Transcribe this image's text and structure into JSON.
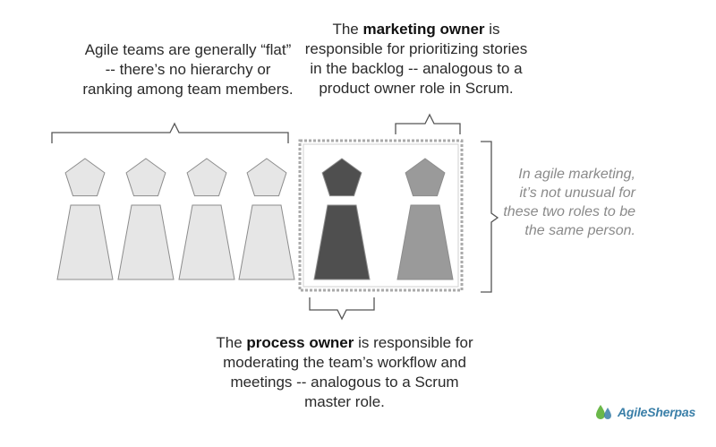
{
  "captions": {
    "team_text": "Agile teams are generally “flat” -- there’s no hierarchy or ranking among team members.",
    "marketing_pre": "The ",
    "marketing_bold": "marketing owner",
    "marketing_post": " is responsible for prioritizing stories in the backlog -- analogous to a product owner role in Scrum.",
    "process_pre": "The ",
    "process_bold": "process owner",
    "process_post": " is responsible for moderating the team’s workflow and meetings -- analogous to a Scrum master role.",
    "roles_note": "In agile marketing, it’s not unusual for these two roles to be the same person."
  },
  "figures": [
    {
      "role": "team-member",
      "color": "#e6e6e6"
    },
    {
      "role": "team-member",
      "color": "#e6e6e6"
    },
    {
      "role": "team-member",
      "color": "#e6e6e6"
    },
    {
      "role": "team-member",
      "color": "#e6e6e6"
    },
    {
      "role": "process-owner",
      "color": "#4f4f4f"
    },
    {
      "role": "marketing-owner",
      "color": "#9a9a9a"
    }
  ],
  "colors": {
    "outline": "#8c8c8c",
    "bracket": "#555555",
    "dashed_box": "#aaaaaa",
    "logo_green": "#6bb84a",
    "logo_blue": "#3a7fa8"
  },
  "logo": {
    "icon": "agilesherpas-drops-icon",
    "text": "AgileSherpas"
  }
}
